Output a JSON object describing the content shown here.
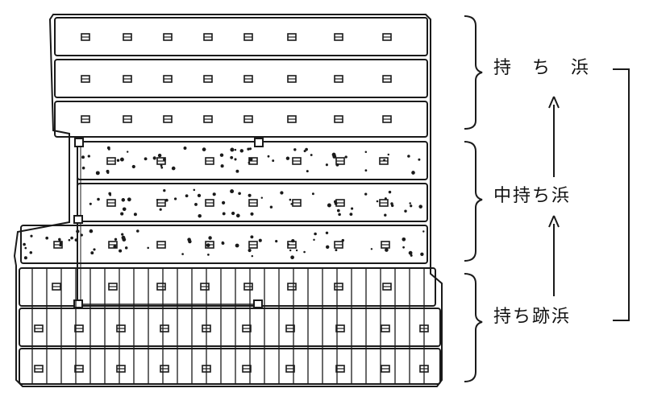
{
  "stages": [
    {
      "key": "top",
      "label": "持　ち　浜"
    },
    {
      "key": "middle",
      "label": "中持ち浜"
    },
    {
      "key": "bottom",
      "label": "持ち跡浜"
    }
  ],
  "colors": {
    "line": "#1a1a1a",
    "background": "#ffffff"
  },
  "cell_mark_glyph": "square-with-bar"
}
